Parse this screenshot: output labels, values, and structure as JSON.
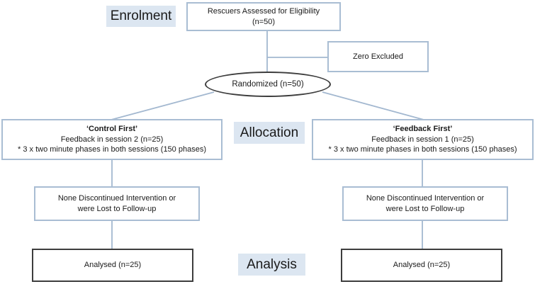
{
  "colors": {
    "line": "#a3b8d0",
    "box-border": "#a9bdd3",
    "dark": "#3d3d3d",
    "label-bg": "#dce6f1",
    "text": "#1a1a1a"
  },
  "stage_labels": {
    "enrolment": "Enrolment",
    "allocation": "Allocation",
    "analysis": "Analysis"
  },
  "nodes": {
    "eligibility": {
      "line1": "Rescuers Assessed for Eligibility",
      "line2": "(n=50)"
    },
    "excluded": {
      "text": "Zero Excluded"
    },
    "randomized": {
      "text": "Randomized (n=50)"
    },
    "control": {
      "title": "‘Control First’",
      "line2": "Feedback in session 2 (n=25)",
      "line3": "* 3 x two minute phases in both sessions (150 phases)"
    },
    "feedback": {
      "title": "‘Feedback First’",
      "line2": "Feedback in session 1 (n=25)",
      "line3": "* 3 x two minute phases in both sessions (150 phases)"
    },
    "followup_left": {
      "line1": "None Discontinued Intervention or",
      "line2": "were Lost to Follow-up"
    },
    "followup_right": {
      "line1": "None Discontinued Intervention or",
      "line2": "were Lost to Follow-up"
    },
    "analysed_left": {
      "text": "Analysed (n=25)"
    },
    "analysed_right": {
      "text": "Analysed (n=25)"
    }
  }
}
